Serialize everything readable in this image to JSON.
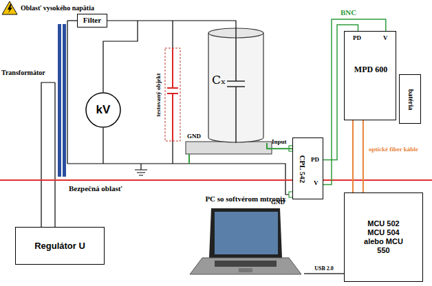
{
  "diagram": {
    "nodes": [
      {
        "text": [
          "Filter"
        ]
      },
      {
        "text": [
          "kV"
        ]
      },
      {
        "text": [
          "Cₓ"
        ]
      },
      {
        "text": [
          "CPL 542",
          "PD",
          "V"
        ]
      },
      {
        "text": [
          "PD",
          "V",
          "MPD 600"
        ]
      },
      {
        "text": [
          "batéria"
        ]
      },
      {
        "text": [
          "PC so softvérom mtronix"
        ]
      },
      {
        "text": [
          "MCU 502 MCU 504 alebo MCU 550"
        ]
      },
      {
        "text": [
          "Regulátor U"
        ]
      }
    ],
    "edges": [
      {
        "from": 0,
        "to": 2,
        "arrow": "none"
      },
      {
        "from": 2,
        "to": 3,
        "arrow": "none"
      },
      {
        "from": 3,
        "to": 4,
        "arrow": "none"
      },
      {
        "from": 3,
        "to": 4,
        "arrow": "none"
      },
      {
        "from": 4,
        "to": 7,
        "arrow": "none"
      },
      {
        "from": 4,
        "to": 7,
        "arrow": "none"
      },
      {
        "from": 7,
        "to": 6,
        "label": "USB 2.0",
        "arrow": "none"
      }
    ],
    "labels": [
      "Oblasť vysokého napätia",
      "Transformátor",
      "testovaný objekt",
      "GND",
      "Input",
      "GND",
      "BNC",
      "optické fiber káble",
      "Bezpečná oblasť"
    ]
  }
}
